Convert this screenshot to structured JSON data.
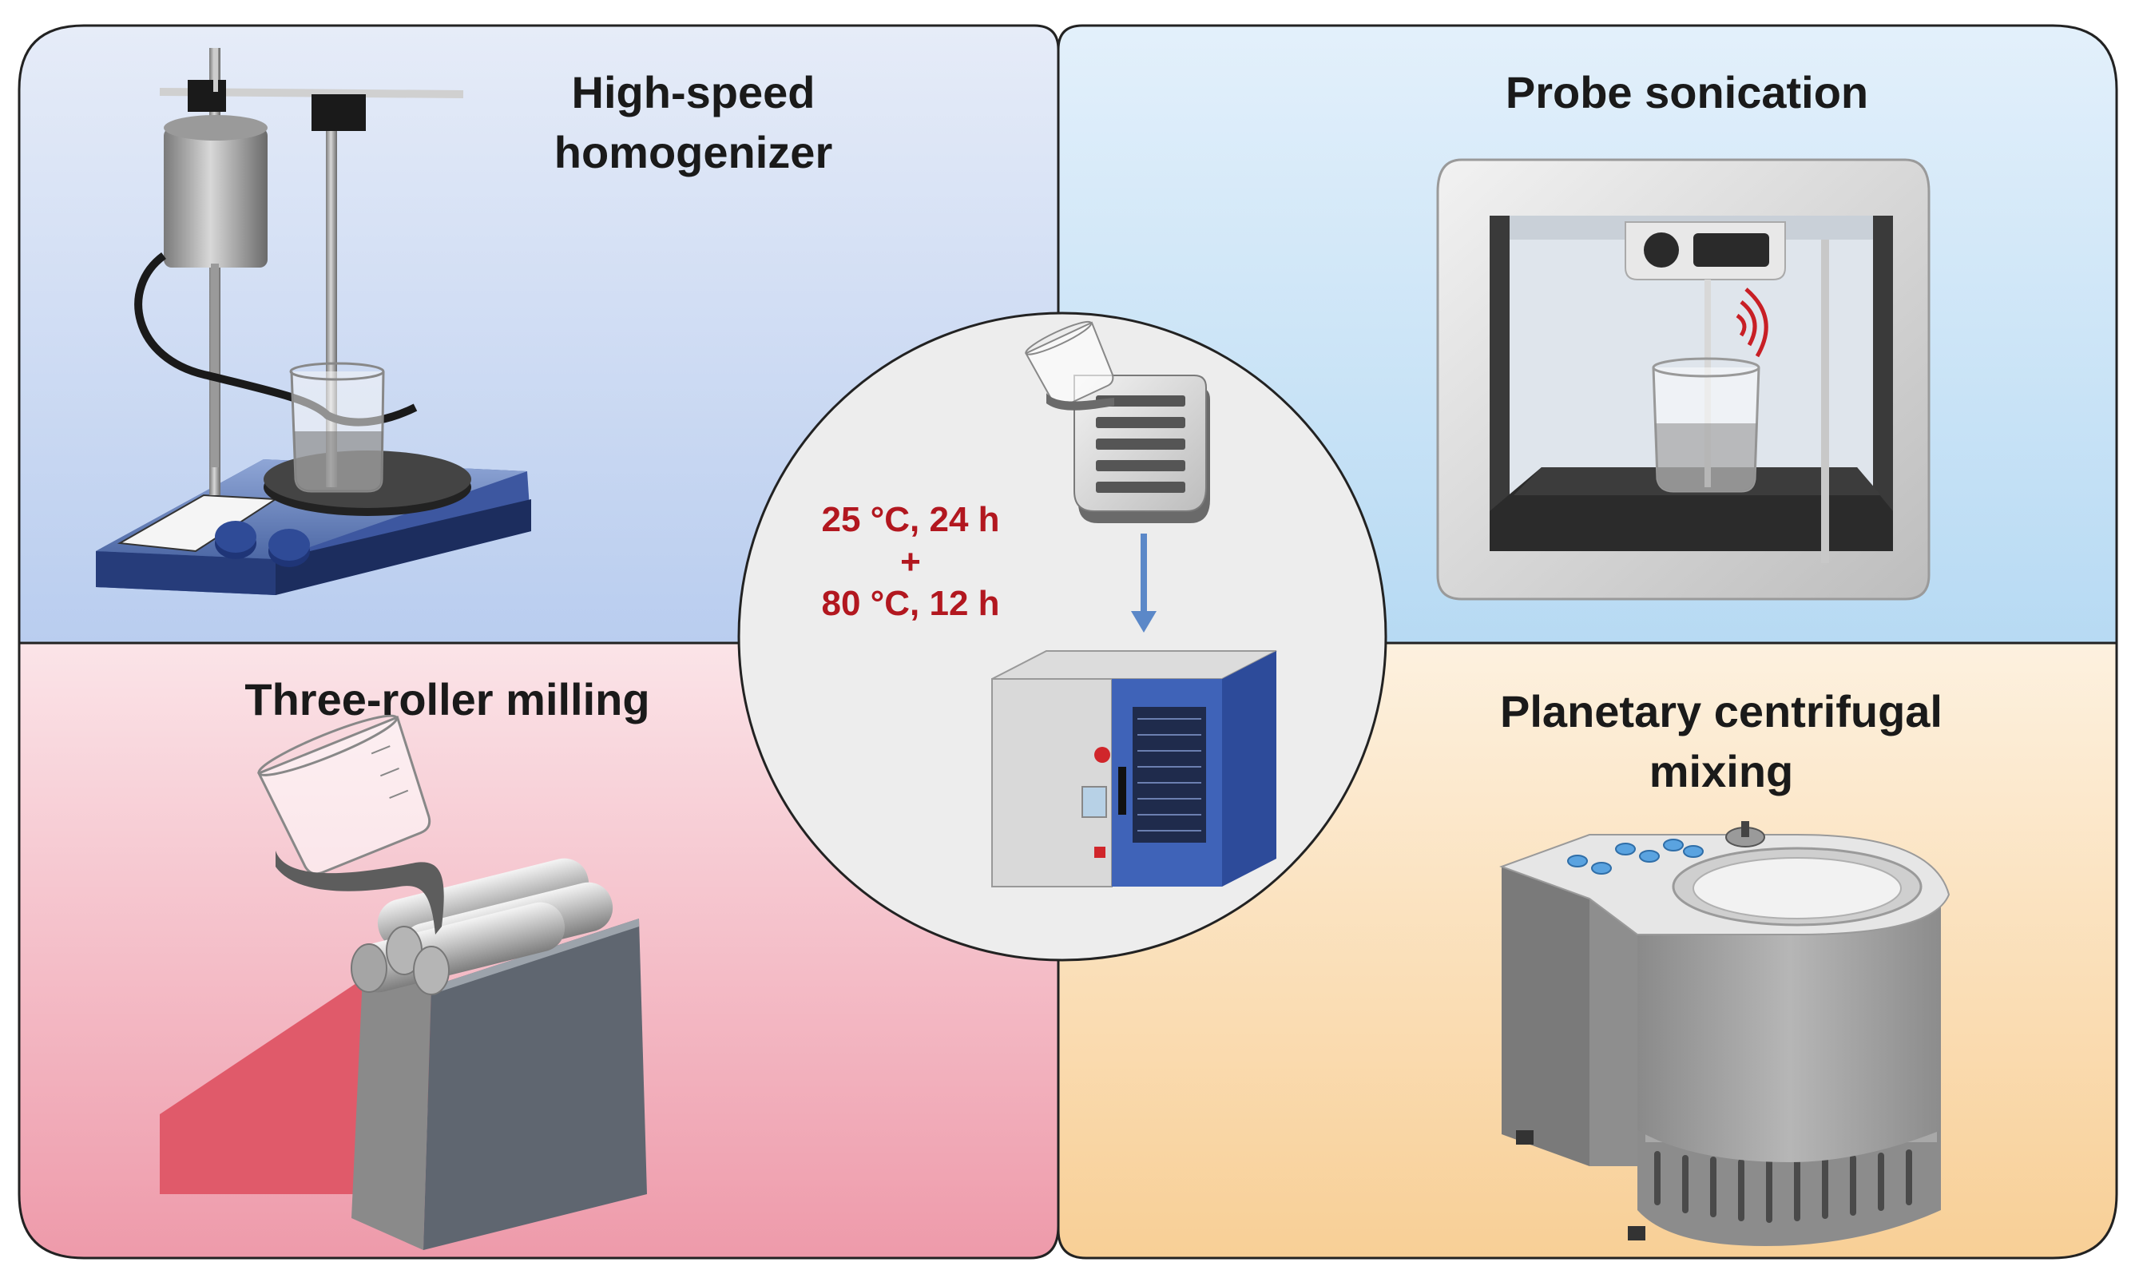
{
  "panels": {
    "top_left": {
      "title_lines": [
        "High-speed",
        "homogenizer"
      ]
    },
    "top_right": {
      "title_lines": [
        "Probe sonication"
      ]
    },
    "bottom_left": {
      "title_lines": [
        "Three-roller milling"
      ]
    },
    "bottom_right": {
      "title_lines": [
        "Planetary centrifugal",
        "mixing"
      ]
    }
  },
  "center": {
    "condition_line1": "25 °C, 24 h",
    "condition_plus": "+",
    "condition_line2": "80 °C, 12 h"
  },
  "colors": {
    "top_left_bg": "#cfdcf4",
    "top_right_bg": "#cfe6f8",
    "bottom_left_bg": "#f2aab6",
    "bottom_right_bg": "#fbdcae",
    "condition_text": "#b2171f",
    "arrow": "#5b88c8"
  },
  "icons": [
    "homogenizer-icon",
    "sonicator-icon",
    "three-roll-mill-icon",
    "centrifugal-mixer-icon",
    "oven-icon",
    "beaker-icon",
    "mold-icon"
  ]
}
